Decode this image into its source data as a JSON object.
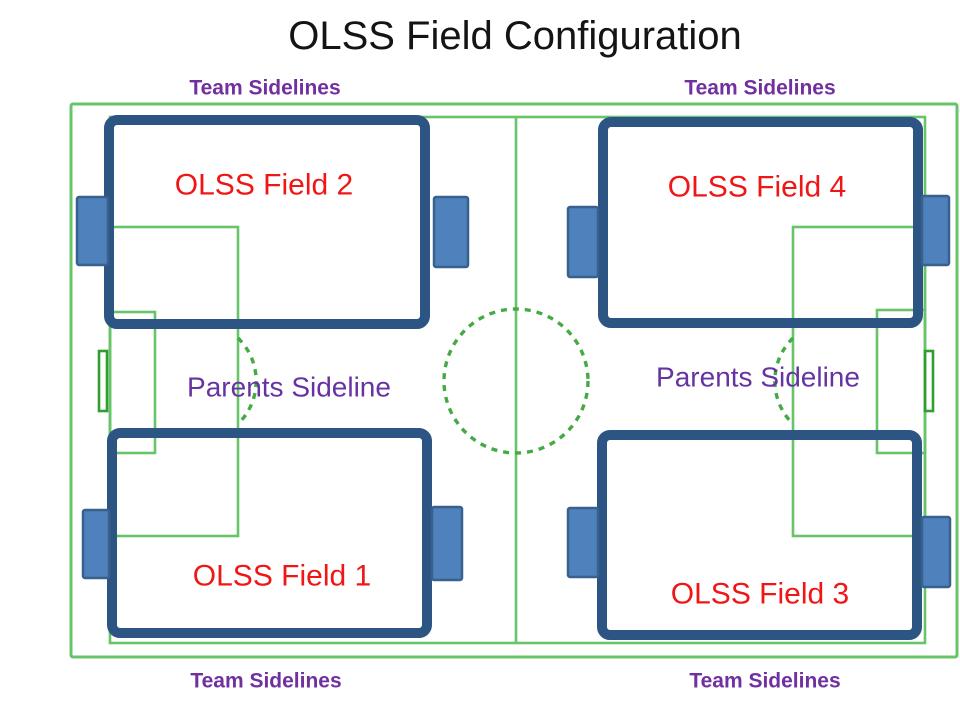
{
  "title": "OLSS Field Configuration",
  "labels": {
    "team_sidelines": "Team Sidelines",
    "parents_sideline": "Parents Sideline"
  },
  "fields": [
    {
      "label": "OLSS Field 1"
    },
    {
      "label": "OLSS Field 2"
    },
    {
      "label": "OLSS Field 3"
    },
    {
      "label": "OLSS Field 4"
    }
  ],
  "colors": {
    "field_border": "#2d5584",
    "goal_fill": "#4f81bd",
    "goal_border": "#38618e",
    "pitch_line_green": "#68c468",
    "pitch_dash_green": "#44aa44",
    "pitch_goal_green": "#2f9e2f",
    "team_sideline_text": "#7030a0",
    "parents_sideline_text": "#6633a2",
    "field_label_text": "#f01616",
    "title_text": "#141414"
  }
}
